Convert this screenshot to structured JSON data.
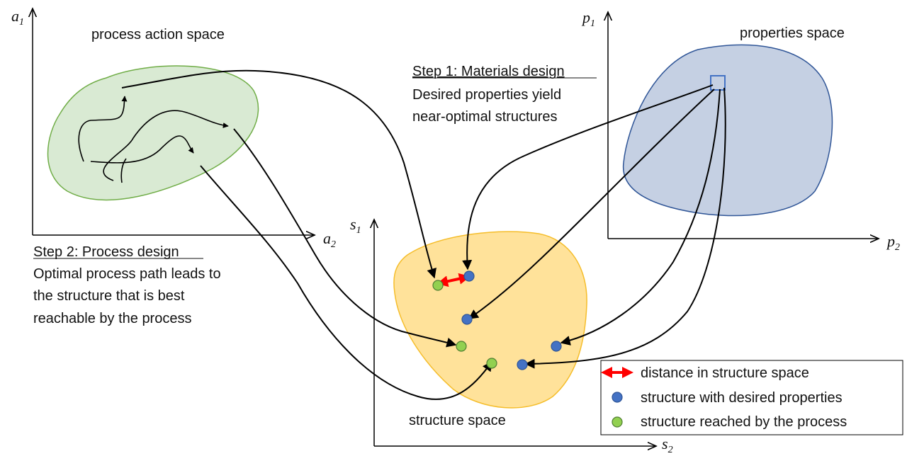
{
  "spaces": {
    "process": {
      "title": "process action space",
      "y_axis": "a",
      "y_axis_sub": "1",
      "x_axis": "a",
      "x_axis_sub": "2"
    },
    "properties": {
      "title": "properties space",
      "y_axis": "p",
      "y_axis_sub": "1",
      "x_axis": "p",
      "x_axis_sub": "2"
    },
    "structure": {
      "title": "structure space",
      "y_axis": "s",
      "y_axis_sub": "1",
      "x_axis": "s",
      "x_axis_sub": "2"
    }
  },
  "step1": {
    "heading": "Step 1: Materials design",
    "lines": [
      "Desired properties yield",
      "near-optimal structures"
    ]
  },
  "step2": {
    "heading": "Step 2: Process design",
    "lines": [
      "Optimal process path leads to",
      "the structure that is best",
      "reachable by the process"
    ]
  },
  "legend": {
    "items": [
      {
        "label": "distance in structure space"
      },
      {
        "label": "structure with desired properties"
      },
      {
        "label": "structure reached by the process"
      }
    ]
  },
  "colors": {
    "process_fill": "#d9ead3",
    "process_stroke": "#70ad47",
    "properties_fill": "#c5d0e3",
    "properties_stroke": "#2f5597",
    "structure_fill": "#ffe29a",
    "structure_stroke": "#f5bd2a",
    "desired_dot": "#4472c4",
    "reached_dot": "#92d050",
    "distance_arrow": "#ff0000"
  }
}
